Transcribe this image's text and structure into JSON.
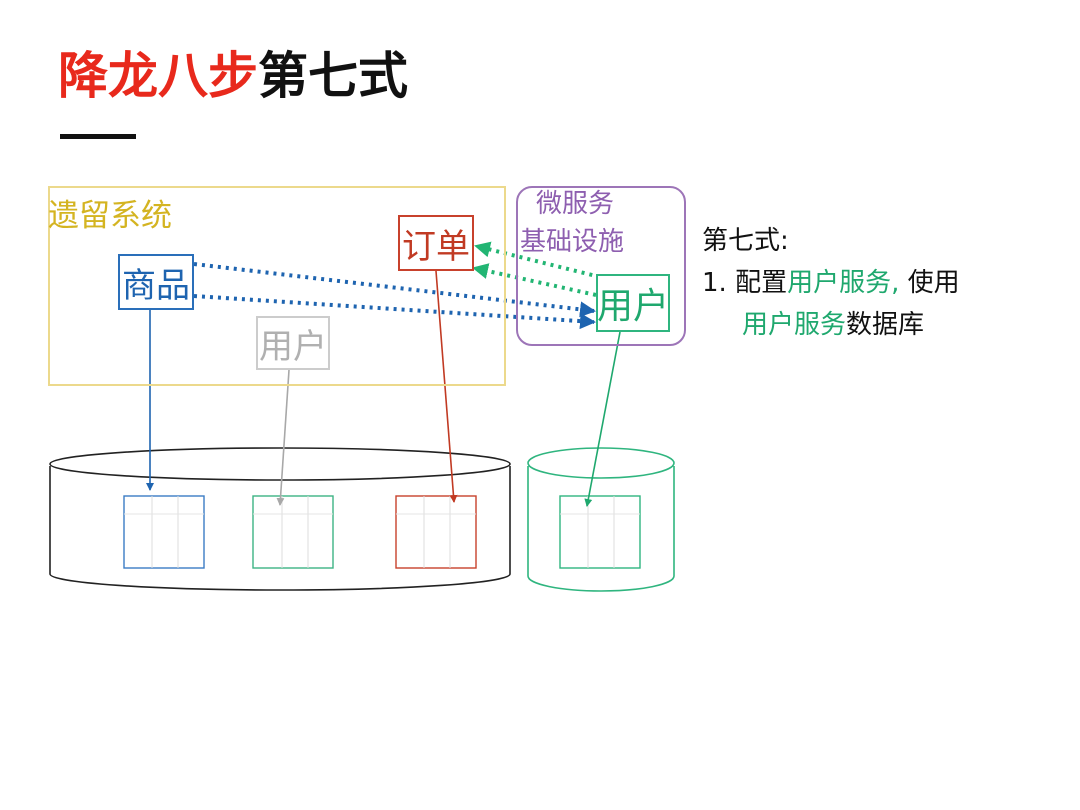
{
  "title": {
    "red": "降龙八步",
    "black": "第七式"
  },
  "legacy": {
    "label": "遗留系统"
  },
  "infra": {
    "line1": "微服务",
    "line2": "基础设施"
  },
  "nodes": {
    "goods": "商品",
    "user_legacy": "用户",
    "order": "订单",
    "user_ms": "用户"
  },
  "side": {
    "heading": "第七式:",
    "item_prefix": "1.  配置",
    "item_green1": "用户服务,",
    "item_mid": " 使用",
    "item_green2": "用户服务",
    "item_end": "数据库"
  },
  "colors": {
    "title_red": "#e8291c",
    "legacy_yellow": "#d4b421",
    "infra_purple": "#8e5fb0",
    "goods_blue": "#1e64b0",
    "order_red": "#c13a23",
    "user_green": "#1fa86e",
    "legacy_user_gray": "#b0b0b0"
  }
}
